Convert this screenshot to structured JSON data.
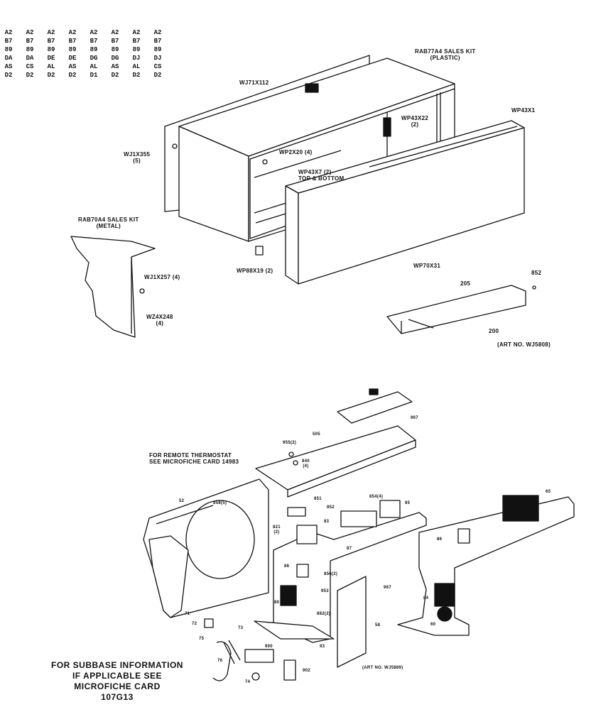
{
  "model_columns": [
    "A2B789DAASD2",
    "A2B789DACSD2",
    "A2B789DEALD2",
    "A2B789DEASD2",
    "A2B789DGALD1",
    "A2B789DGASD2",
    "A2B789DJALD2",
    "A2B789DJCSD2"
  ],
  "labels": {
    "kit_plastic_1": "RAB77A4 SALES KIT",
    "kit_plastic_2": "(PLASTIC)",
    "wj71x112": "WJ71X112",
    "wp43x22": "WP43X22",
    "wp43x22_qty": "(2)",
    "wp43x1": "WP43X1",
    "wj1x355": "WJ1X355",
    "wj1x355_qty": "(5)",
    "wp2x20": "WP2X20 (4)",
    "wp43x7": "WP43X7 (2)",
    "wp43x7_note": "TOP & BOTTOM",
    "kit_metal_1": "RAB70A4 SALES KIT",
    "kit_metal_2": "(METAL)",
    "wj1x257": "WJ1X257 (4)",
    "wz4x248": "WZ4X248",
    "wz4x248_qty": "(4)",
    "wp88x19": "WP88X19 (2)",
    "wp70x31": "WP70X31",
    "n852": "852",
    "n205": "205",
    "n200": "200",
    "art_wj5808": "(ART NO. WJ5808)",
    "remote_1": "FOR REMOTE THERMOSTAT",
    "remote_2": "SEE MICROFICHE CARD 14983",
    "n955": "955(2)",
    "n840": "840",
    "n840_qty": "(4)",
    "n505": "505",
    "n967": "967",
    "n52": "52",
    "n858": "858(5)",
    "n851": "851",
    "n852b": "852",
    "n854": "854(4)",
    "n85": "85",
    "n821": "821",
    "n821_qty": "(2)",
    "n83": "83",
    "n87": "87",
    "n65": "65",
    "n86": "86",
    "n856": "856(2)",
    "n967b": "967",
    "n953": "953",
    "n882": "882(2)",
    "n80": "80",
    "n86b": "86",
    "n93": "93",
    "n58": "58",
    "n84": "84",
    "n60": "60",
    "n73": "73",
    "n71": "71",
    "n72": "72",
    "n74": "74",
    "n900": "900",
    "n902": "902",
    "n75": "75",
    "n76": "76",
    "art_bottom": "(ART NO. WJ5889)"
  },
  "footer": {
    "line1": "FOR SUBBASE INFORMATION",
    "line2": "IF APPLICABLE SEE",
    "line3": "MICROFICHE CARD",
    "line4": "107G13"
  }
}
